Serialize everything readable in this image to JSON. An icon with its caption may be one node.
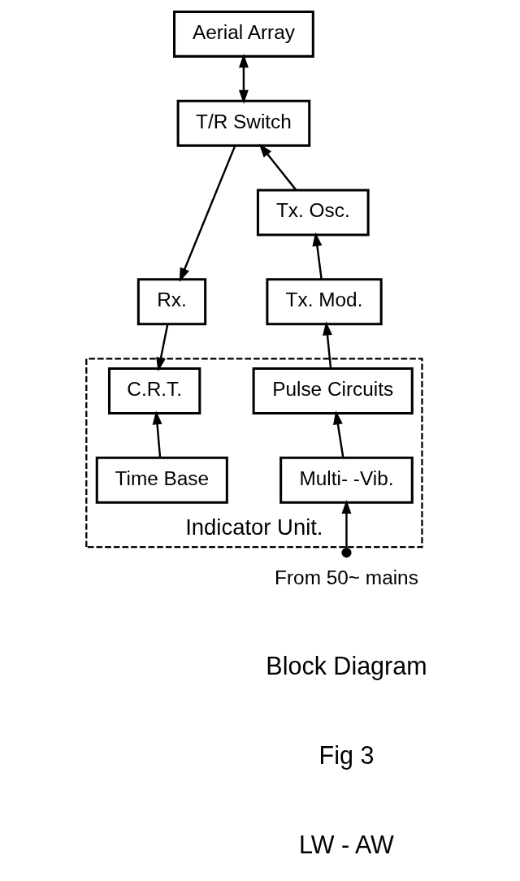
{
  "diagram": {
    "nodes": [
      {
        "text": [
          "Aerial Array"
        ]
      },
      {
        "text": [
          "T/R Switch"
        ]
      },
      {
        "text": [
          "Rx."
        ]
      },
      {
        "text": [
          "Tx. Osc."
        ]
      },
      {
        "text": [
          "Tx. Mod."
        ]
      },
      {
        "text": [
          "Indicator Unit."
        ]
      },
      {
        "text": [
          "C.R.T."
        ],
        "in": 5
      },
      {
        "text": [
          "Time Base"
        ],
        "in": 5
      },
      {
        "text": [
          "Pulse Circuits"
        ],
        "in": 5
      },
      {
        "text": [
          "Multi- -Vib."
        ],
        "in": 5
      },
      {
        "text": [
          "From 50~ mains"
        ]
      }
    ],
    "edges": [
      {
        "from": 0,
        "to": 1,
        "arrow": "both"
      },
      {
        "from": 1,
        "to": 2,
        "arrow": "to"
      },
      {
        "from": 3,
        "to": 1,
        "arrow": "to"
      },
      {
        "from": 4,
        "to": 3,
        "arrow": "to"
      },
      {
        "from": 8,
        "to": 4,
        "arrow": "to"
      },
      {
        "from": 9,
        "to": 8,
        "arrow": "to"
      },
      {
        "from": 7,
        "to": 6,
        "arrow": "to"
      },
      {
        "from": 2,
        "to": 6,
        "arrow": "to"
      },
      {
        "from": 10,
        "to": 9,
        "arrow": "to"
      }
    ],
    "labels": [
      "Block Diagram",
      "Fig 3",
      "LW - AW"
    ]
  }
}
